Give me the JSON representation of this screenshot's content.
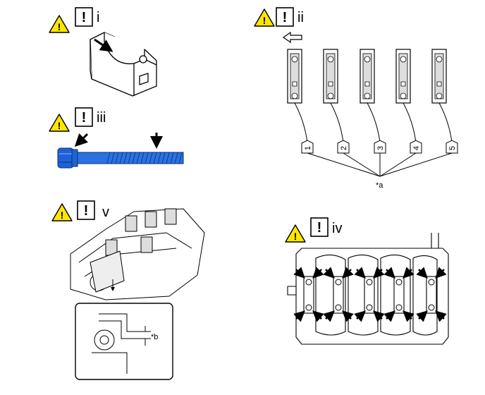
{
  "steps": [
    {
      "label": "i",
      "mark": "!"
    },
    {
      "label": "ii",
      "mark": "!"
    },
    {
      "label": "iii",
      "mark": "!"
    },
    {
      "label": "iv",
      "mark": "!"
    },
    {
      "label": "v",
      "mark": "!"
    }
  ],
  "warning_icon_mark": "!",
  "caps": [
    "1",
    "2",
    "3",
    "4",
    "5"
  ],
  "callouts": {
    "a": "*a",
    "b": "*b"
  },
  "colors": {
    "bolt": "#1e63d6",
    "warning": "#ffe600",
    "line": "#000000"
  },
  "icons": [
    "warning-icon",
    "caution-box-icon",
    "front-direction-arrow-icon",
    "bolt-icon",
    "push-arrow-icon"
  ]
}
